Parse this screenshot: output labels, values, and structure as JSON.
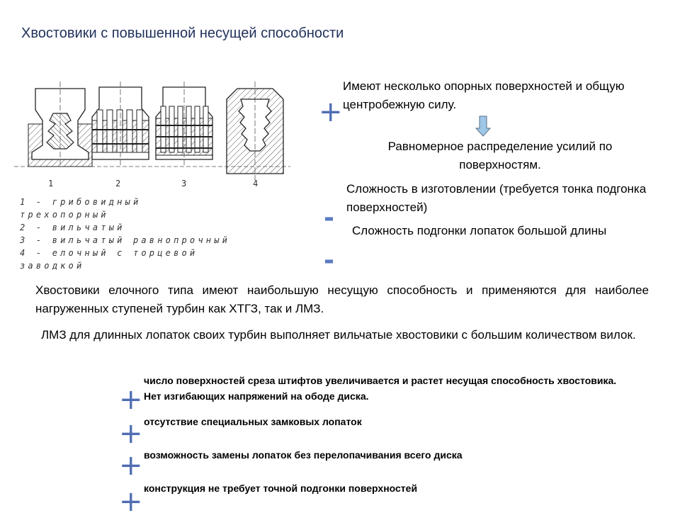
{
  "title": "Хвостовики с повышенной несущей способности",
  "figure": {
    "numbers": [
      "1",
      "2",
      "3",
      "4"
    ],
    "legend": [
      "1 - грибовидный трехопорный",
      "2 - вильчатый",
      "3 - вильчатый равнопрочный",
      "4 - елочный с торцевой заводкой"
    ]
  },
  "pros_block": {
    "mark": "+",
    "text": "Имеют несколько опорных поверхностей и общую центробежную силу.",
    "result": "Равномерное распределение усилий по поверхностям."
  },
  "cons": [
    {
      "mark": "-",
      "text": "Сложность в изготовлении (требуется тонка подгонка поверхностей)"
    },
    {
      "mark": "-",
      "text": "Сложность подгонки лопаток большой длины"
    }
  ],
  "paragraph1": "Хвостовики елочного типа имеют наибольшую несущую способность и применяются для наиболее нагруженных ступеней турбин как ХТГЗ, так и ЛМЗ.",
  "paragraph2": "ЛМЗ для длинных лопаток своих турбин выполняет вильчатые хвостовики с большим количеством вилок.",
  "advantages": [
    {
      "mark": "+",
      "text": "число поверхностей среза штифтов увеличивается и растет несущая способность хвостовика. Нет изгибающих напряжений на ободе диска."
    },
    {
      "mark": "+",
      "text": "отсутствие специальных замковых лопаток"
    },
    {
      "mark": "+",
      "text": "возможность замены лопаток без перелопачивания всего диска"
    },
    {
      "mark": "+",
      "text": "конструкция не требует точной подгонки поверхностей"
    }
  ],
  "colors": {
    "title": "#1f2f5a",
    "marks": "#4f6db3",
    "arrow": "#9fc7e8"
  }
}
